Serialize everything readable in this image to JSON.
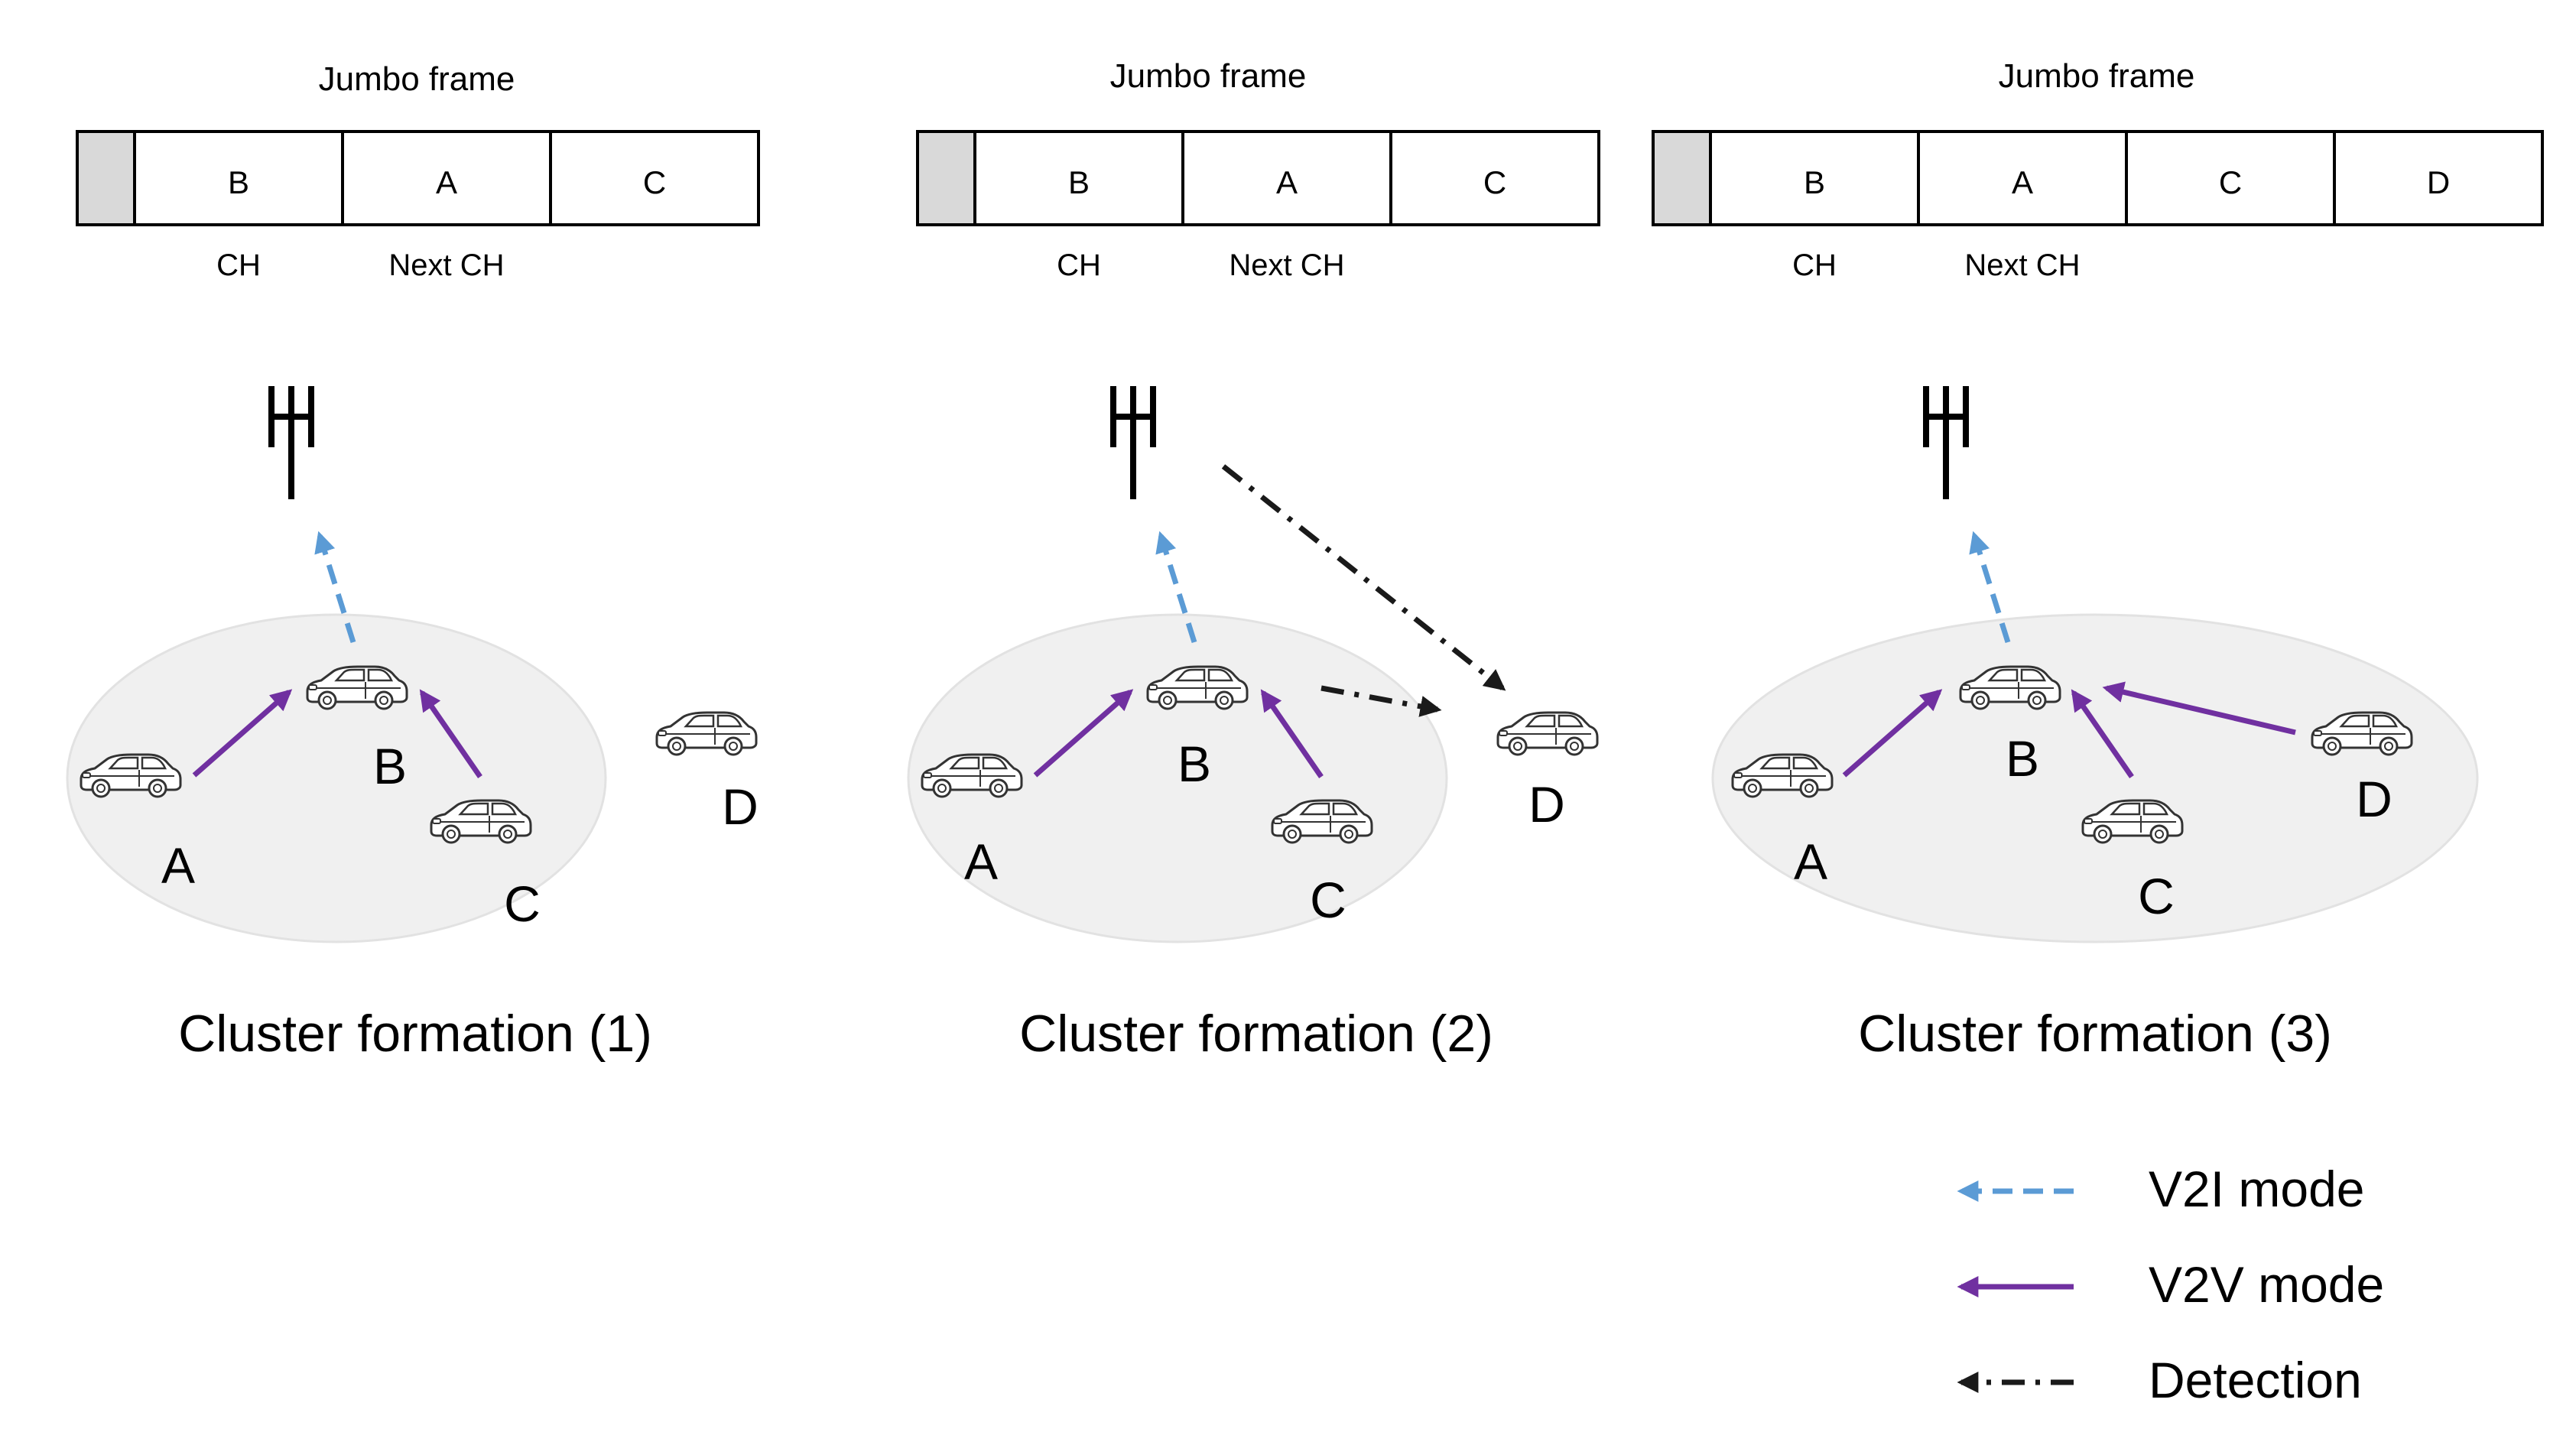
{
  "colors": {
    "v2i": "#5b9bd5",
    "v2v": "#7030a0",
    "detection": "#1a1a1a",
    "cluster_fill": "#f0f0f0",
    "header_cell": "#d9d9d9"
  },
  "panels": [
    {
      "frame_title": "Jumbo frame",
      "slots": [
        "B",
        "A",
        "C"
      ],
      "slot_labels": [
        "CH",
        "Next CH"
      ],
      "vehicles": {
        "A": "A",
        "B": "B",
        "C": "C",
        "D": "D"
      },
      "caption": "Cluster formation (1)"
    },
    {
      "frame_title": "Jumbo frame",
      "slots": [
        "B",
        "A",
        "C"
      ],
      "slot_labels": [
        "CH",
        "Next CH"
      ],
      "vehicles": {
        "A": "A",
        "B": "B",
        "C": "C",
        "D": "D"
      },
      "caption": "Cluster formation (2)"
    },
    {
      "frame_title": "Jumbo frame",
      "slots": [
        "B",
        "A",
        "C",
        "D"
      ],
      "slot_labels": [
        "CH",
        "Next CH"
      ],
      "vehicles": {
        "A": "A",
        "B": "B",
        "C": "C",
        "D": "D"
      },
      "caption": "Cluster formation (3)"
    }
  ],
  "legend": {
    "v2i": "V2I mode",
    "v2v": "V2V mode",
    "detection": "Detection"
  }
}
